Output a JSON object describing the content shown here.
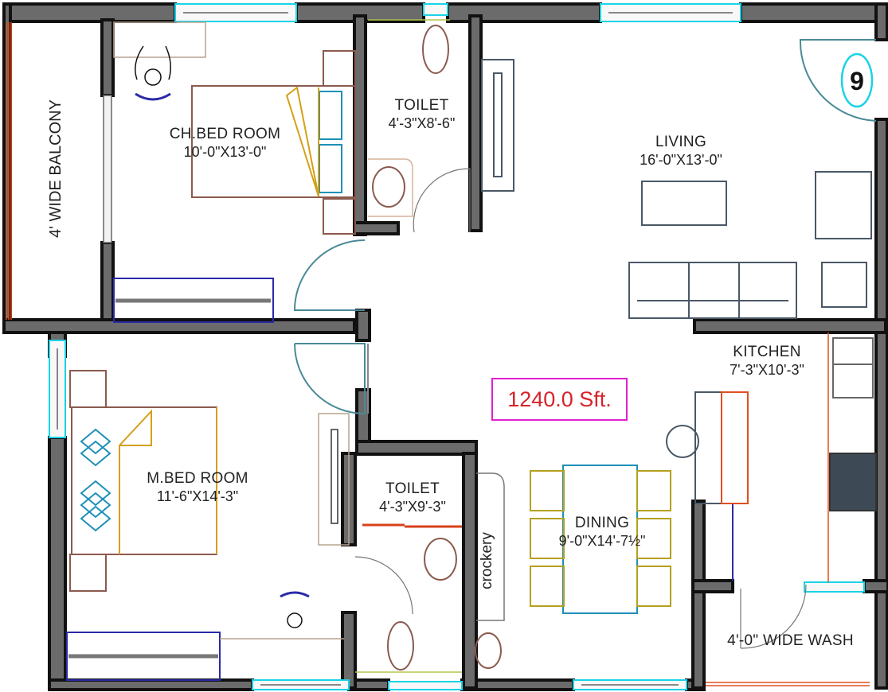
{
  "plan": {
    "total_area": "1240.0 Sft.",
    "entry_marker": "9",
    "colors": {
      "wall_fill": "#6b6b6b",
      "wall_edge": "#111111",
      "window": "#19d3e6",
      "door_arc": "#4a8a96",
      "area_text": "#d8222a",
      "area_border": "#e020d0",
      "furniture_brown": "#8a5a4e",
      "bed_gold": "#d4a017",
      "pillow_blue": "#1e90b8",
      "wardrobe_blue": "#2a2aa8",
      "kitchen_orange": "#e05020"
    }
  },
  "rooms": [
    {
      "id": "balcony",
      "name": "4' WIDE BALCONY",
      "dims": ""
    },
    {
      "id": "ch_bedroom",
      "name": "CH.BED ROOM",
      "dims": "10'-0\"X13'-0\""
    },
    {
      "id": "toilet_1",
      "name": "TOILET",
      "dims": "4'-3\"X8'-6\""
    },
    {
      "id": "living",
      "name": "LIVING",
      "dims": "16'-0\"X13'-0\""
    },
    {
      "id": "kitchen",
      "name": "KITCHEN",
      "dims": "7'-3\"X10'-3\""
    },
    {
      "id": "m_bedroom",
      "name": "M.BED ROOM",
      "dims": "11'-6\"X14'-3\""
    },
    {
      "id": "toilet_2",
      "name": "TOILET",
      "dims": "4'-3\"X9'-3\""
    },
    {
      "id": "dining",
      "name": "DINING",
      "dims": "9'-0\"X14'-7½\""
    },
    {
      "id": "wash",
      "name": "4'-0\" WIDE WASH",
      "dims": ""
    }
  ],
  "fixtures": {
    "crockery_label": "crockery"
  }
}
